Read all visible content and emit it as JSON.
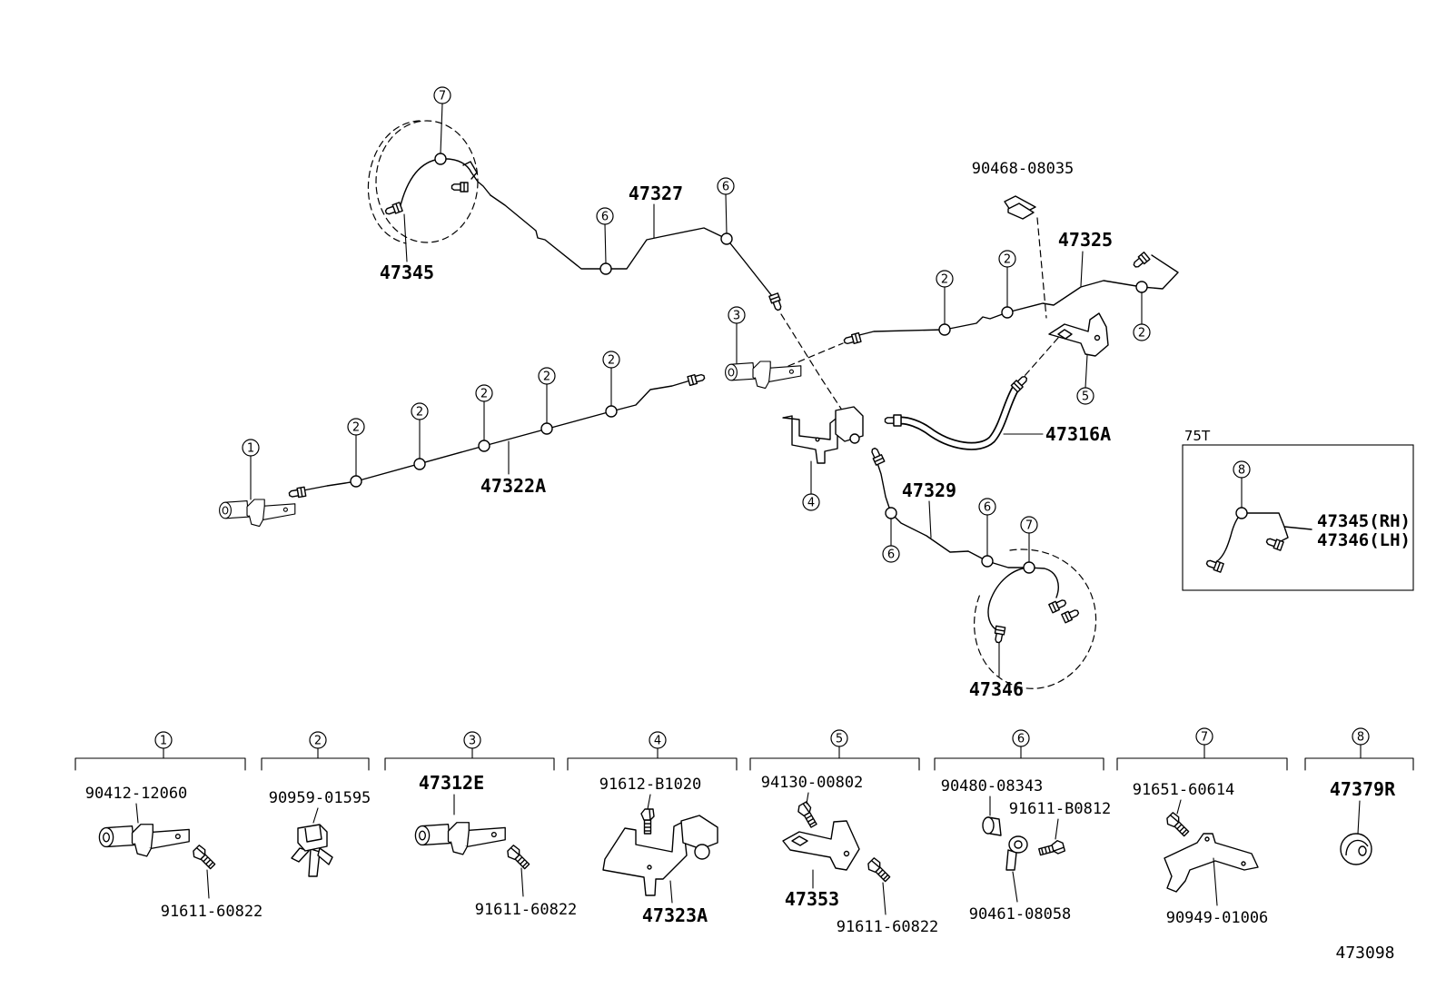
{
  "parts": {
    "upper_left_hose": "47345",
    "upper_tube": "47327",
    "upper_clip": "90468-08035",
    "right_tube": "47325",
    "long_tube": "47322A",
    "center_hose": "47316A",
    "lower_tube": "47329",
    "lower_hose": "47346"
  },
  "callouts": [
    "7",
    "6",
    "6",
    "2",
    "2",
    "2",
    "5",
    "3",
    "2",
    "2",
    "2",
    "2",
    "2",
    "1",
    "4",
    "6",
    "7",
    "6"
  ],
  "inset": {
    "title": "75T",
    "callout": "8",
    "part_rh": "47345(RH)",
    "part_lh": "47346(LH)"
  },
  "legend": [
    {
      "number": "1",
      "parts": [
        "90412-12060",
        "91611-60822"
      ]
    },
    {
      "number": "2",
      "parts": [
        "90959-01595"
      ]
    },
    {
      "number": "3",
      "parts": [
        "47312E",
        "91611-60822"
      ]
    },
    {
      "number": "4",
      "parts": [
        "91612-B1020",
        "47323A"
      ]
    },
    {
      "number": "5",
      "parts": [
        "94130-00802",
        "47353",
        "91611-60822"
      ]
    },
    {
      "number": "6",
      "parts": [
        "90480-08343",
        "91611-B0812",
        "90461-08058"
      ]
    },
    {
      "number": "7",
      "parts": [
        "91651-60614",
        "90949-01006"
      ]
    },
    {
      "number": "8",
      "parts": [
        "47379R"
      ]
    }
  ],
  "diagram_code": "473098"
}
